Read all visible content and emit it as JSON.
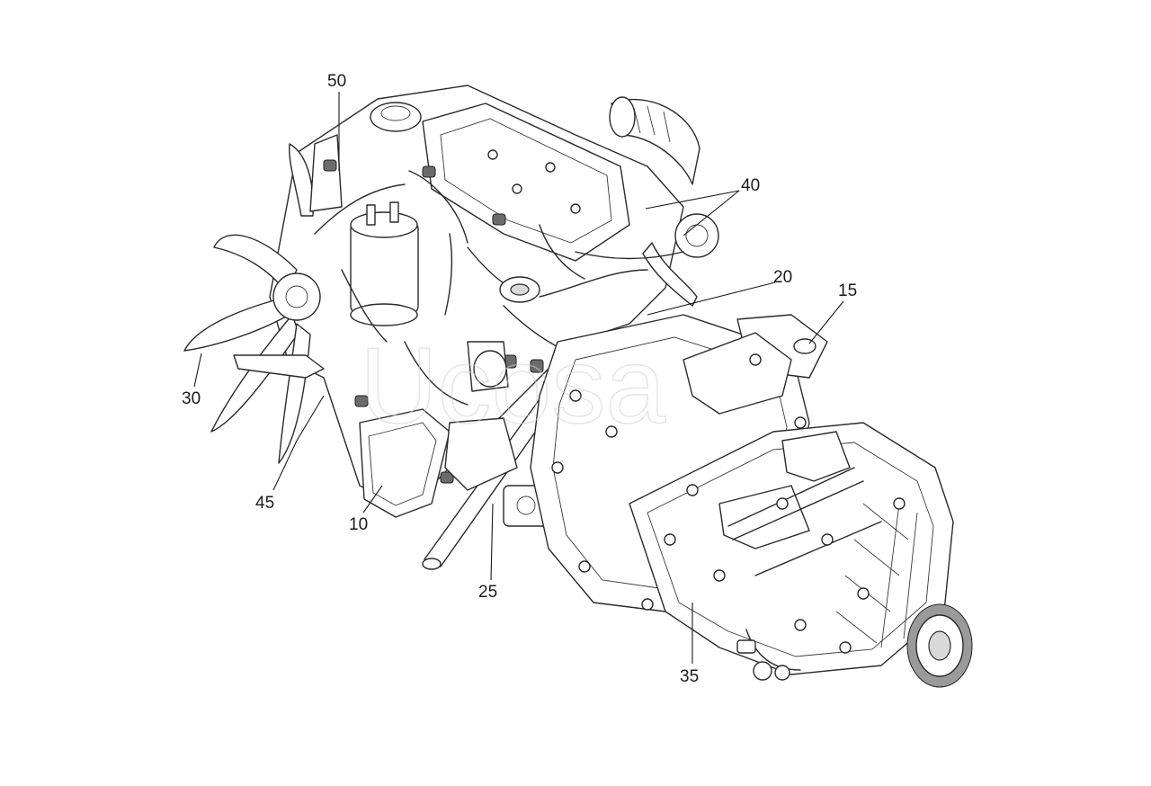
{
  "diagram": {
    "callouts": [
      {
        "id": "c50",
        "label": "50"
      },
      {
        "id": "c40",
        "label": "40"
      },
      {
        "id": "c20",
        "label": "20"
      },
      {
        "id": "c15",
        "label": "15"
      },
      {
        "id": "c30",
        "label": "30"
      },
      {
        "id": "c45",
        "label": "45"
      },
      {
        "id": "c10",
        "label": "10"
      },
      {
        "id": "c25",
        "label": "25"
      },
      {
        "id": "c35",
        "label": "35"
      }
    ]
  }
}
